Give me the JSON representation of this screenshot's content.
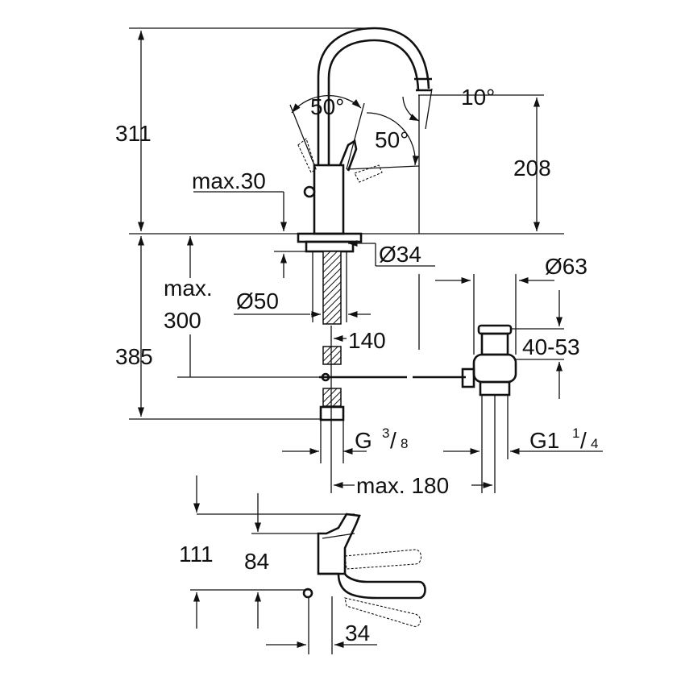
{
  "labels": {
    "total_height": "311",
    "angle_left": "50°",
    "angle_right": "50°",
    "angle_spout": "10°",
    "spout_height": "208",
    "max_deck": "max.30",
    "hole_dia": "Ø34",
    "escutcheon_dia": "Ø50",
    "max_length_a": "max.",
    "max_length_b": "300",
    "reach": "140",
    "below_deck": "385",
    "waste_dia": "Ø63",
    "waste_range": "40-53",
    "thread_g": "G",
    "thread_g_num": "3",
    "thread_g_den": "8",
    "thread_waste": "G1",
    "thread_waste_num": "1",
    "thread_waste_den": "4",
    "max_180": "max. 180",
    "side_height": "111",
    "side_handle": "84",
    "side_depth": "34"
  }
}
